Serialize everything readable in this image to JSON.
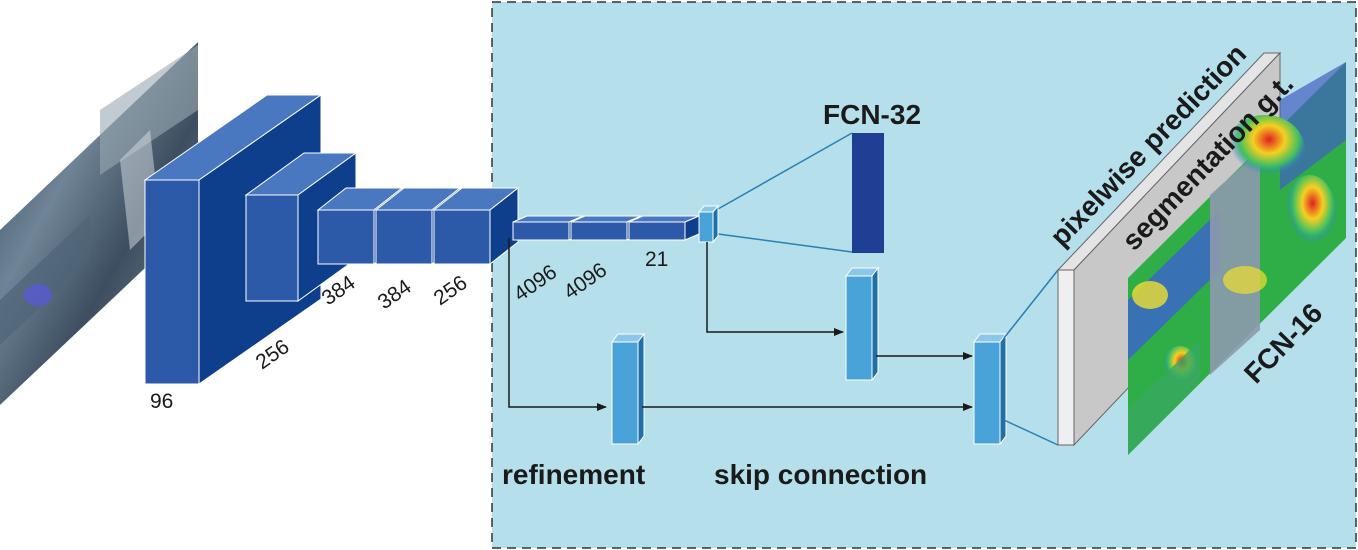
{
  "encoder": {
    "layer1_depth": "96",
    "layer1_size": "256",
    "layer3": "384",
    "layer4": "384",
    "layer5": "256"
  },
  "fc": {
    "fc6": "4096",
    "fc7": "4096",
    "score": "21"
  },
  "labels": {
    "fcn32": "FCN-32",
    "fcn16": "FCN-16",
    "refinement": "refinement",
    "skip": "skip connection",
    "pixelwise": "pixelwise prediction",
    "segmentation": "segmentation g.t."
  },
  "colors": {
    "panel_bg": "#b5dfea",
    "block_front": "#2d5aa8",
    "block_top": "#4a78c0",
    "block_side": "#0e3f8c",
    "small_front": "#4aa3d8",
    "small_top": "#8ac7ea",
    "small_side": "#1f6fa8",
    "fcn32_bar": "#1e3f94",
    "gray_panel": "#cfcfcf"
  }
}
